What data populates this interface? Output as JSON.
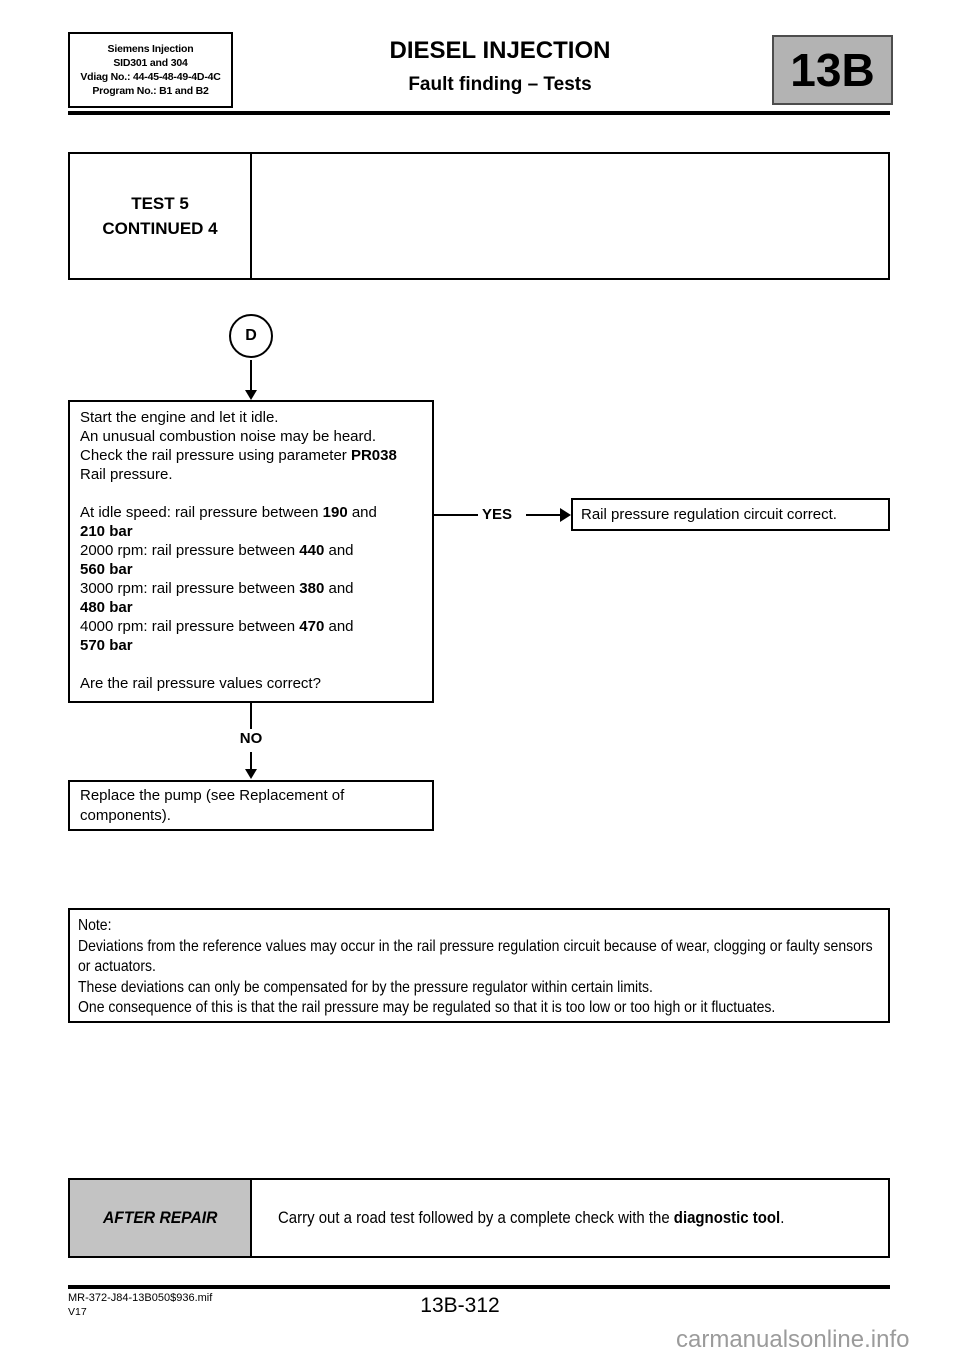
{
  "header": {
    "info_box": {
      "line1": "Siemens Injection",
      "line2": "SID301 and 304",
      "line3": "Vdiag No.: 44-45-48-49-4D-4C",
      "line4": "Program No.: B1 and B2"
    },
    "title": "DIESEL INJECTION",
    "subtitle": "Fault finding – Tests",
    "section_code": "13B"
  },
  "test_banner": {
    "line1": "TEST 5",
    "line2": "CONTINUED 4"
  },
  "flowchart": {
    "start_label": "D",
    "main_box": {
      "line1": "Start the engine and let it idle.",
      "line2": "An unusual combustion noise may be heard.",
      "line3_pre": "Check the rail pressure using parameter ",
      "line3_bold": "PR038",
      "line4": "Rail pressure.",
      "idle_pre": "At idle speed: rail pressure between ",
      "idle_bold": "190",
      "idle_post": " and",
      "idle_range": "210 bar",
      "rpm2000_pre": "2000 rpm: rail pressure between ",
      "rpm2000_bold": "440",
      "rpm2000_post": " and",
      "rpm2000_range": "560 bar",
      "rpm3000_pre": "3000 rpm: rail pressure between ",
      "rpm3000_bold": "380",
      "rpm3000_post": " and",
      "rpm3000_range": "480 bar",
      "rpm4000_pre": "4000 rpm: rail pressure between ",
      "rpm4000_bold": "470",
      "rpm4000_post": " and",
      "rpm4000_range": "570 bar",
      "question": "Are the rail pressure values correct?"
    },
    "yes_label": "YES",
    "yes_box": "Rail pressure regulation circuit correct.",
    "no_label": "NO",
    "no_box": "Replace the pump (see Replacement of components)."
  },
  "note_box": {
    "title": "Note:",
    "para1": "Deviations from the reference values may occur in the rail pressure regulation circuit because of wear, clogging or faulty sensors or actuators.",
    "para2": "These deviations can only be compensated for by the pressure regulator within certain limits.",
    "para3": "One consequence of this is that the rail pressure may be regulated so that it is too low or too high or it fluctuates."
  },
  "after_repair": {
    "label": "AFTER REPAIR",
    "text_pre": "Carry out a road test followed by a complete check with the ",
    "text_bold": "diagnostic tool",
    "text_post": "."
  },
  "footer": {
    "file": "MR-372-J84-13B050$936.mif",
    "version": "V17",
    "page": "13B-312",
    "watermark": "carmanualsonline.info"
  }
}
